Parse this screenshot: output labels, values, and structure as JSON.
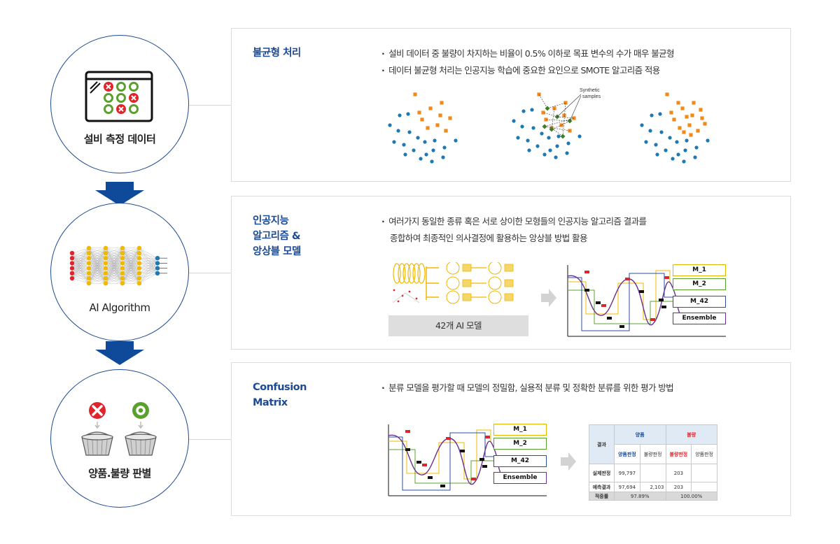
{
  "steps": [
    {
      "label": "설비 측정 데이터",
      "icon": "monitor-pattern-icon"
    },
    {
      "label": "AI Algorithm",
      "icon": "neural-network-icon"
    },
    {
      "label": "양품.불량 판별",
      "icon": "basket-sorting-icon"
    }
  ],
  "panels": {
    "imbalance": {
      "title": "불균형 처리",
      "bullets": [
        "설비 데이터 중 불량이 차지하는 비율이 0.5% 이하로 목표 변수의 수가 매우 불균형",
        "데이터 불균형 처리는 인공지능 학습에 중요한 요인으로 SMOTE 알고리즘 적용"
      ],
      "synthetic_label_1": "Synthetic",
      "synthetic_label_2": "samples"
    },
    "ensemble": {
      "title_line1": "인공지능",
      "title_line2": "알고리즘 &",
      "title_line3": "앙상블 모델",
      "bullet_line1": "여러가지 동일한 종류 혹은 서로 상이한 모형들의 인공지능 알고리즘 결과를",
      "bullet_line2": "종합하여 최종적인 의사결정에 활용하는 앙상블 방법 활용",
      "model_box": "42개 AI 모델",
      "legend": [
        "M_1",
        "M_2",
        "M_42",
        "Ensemble"
      ]
    },
    "confusion": {
      "title_line1": "Confusion",
      "title_line2": "Matrix",
      "bullet": "분류 모델을 평가할 때 모델의 정밀함, 실용적 분류 및 정확한 분류를 위한 평가 방법",
      "legend": [
        "M_1",
        "M_2",
        "M_42",
        "Ensemble"
      ],
      "table": {
        "corner": "결과",
        "group_good": "양품",
        "group_bad": "불량",
        "sub": [
          "양품판정",
          "불량판정",
          "불량판정",
          "양품판정"
        ],
        "row1_label": "실제판정",
        "row1": [
          "99,797",
          "",
          "203",
          ""
        ],
        "row2_label": "예측결과",
        "row2": [
          "97,694",
          "2,103",
          "203",
          ""
        ],
        "row3_label": "적중률",
        "row3": [
          "97.89%",
          "100.00%"
        ]
      }
    }
  },
  "colors": {
    "navy": "#1c4a93",
    "arrow": "#0f4a9a",
    "red": "#e0242b",
    "green": "#5aa02c",
    "orange": "#f08a1c",
    "blue_dot": "#1f77b4",
    "yellow": "#f0b800"
  }
}
